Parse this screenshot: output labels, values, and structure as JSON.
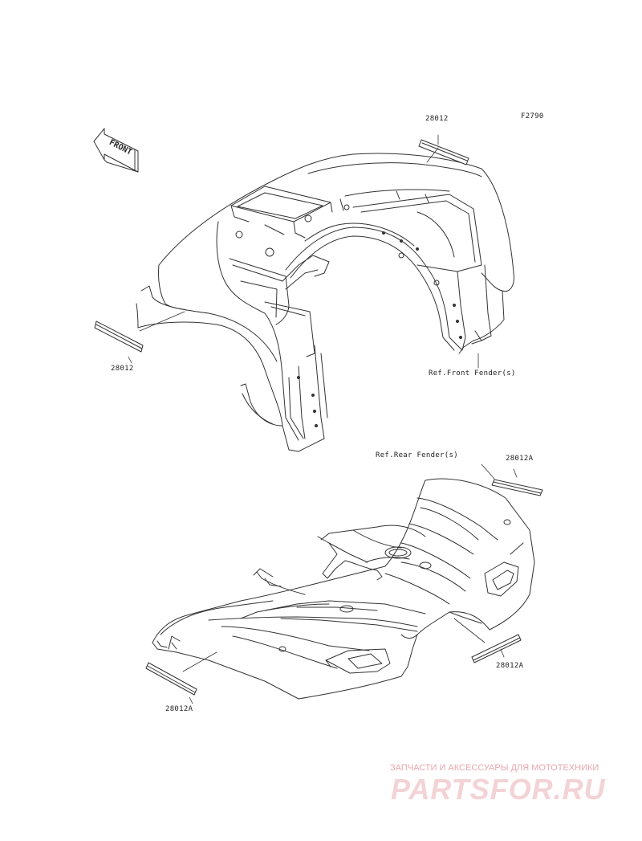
{
  "figure_code": "F2790",
  "front_arrow_text": "FRONT",
  "parts": {
    "label_top": "28012",
    "label_left": "28012",
    "label_rear_top": "28012A",
    "label_rear_right": "28012A",
    "label_rear_left": "28012A"
  },
  "refs": {
    "front_fender": "Ref.Front Fender(s)",
    "rear_fender": "Ref.Rear Fender(s)"
  },
  "watermark": {
    "tagline": "ЗАПЧАСТИ И АКСЕССУАРЫ ДЛЯ МОТОТЕХНИКИ",
    "logo": "PARTSFOR.RU"
  }
}
